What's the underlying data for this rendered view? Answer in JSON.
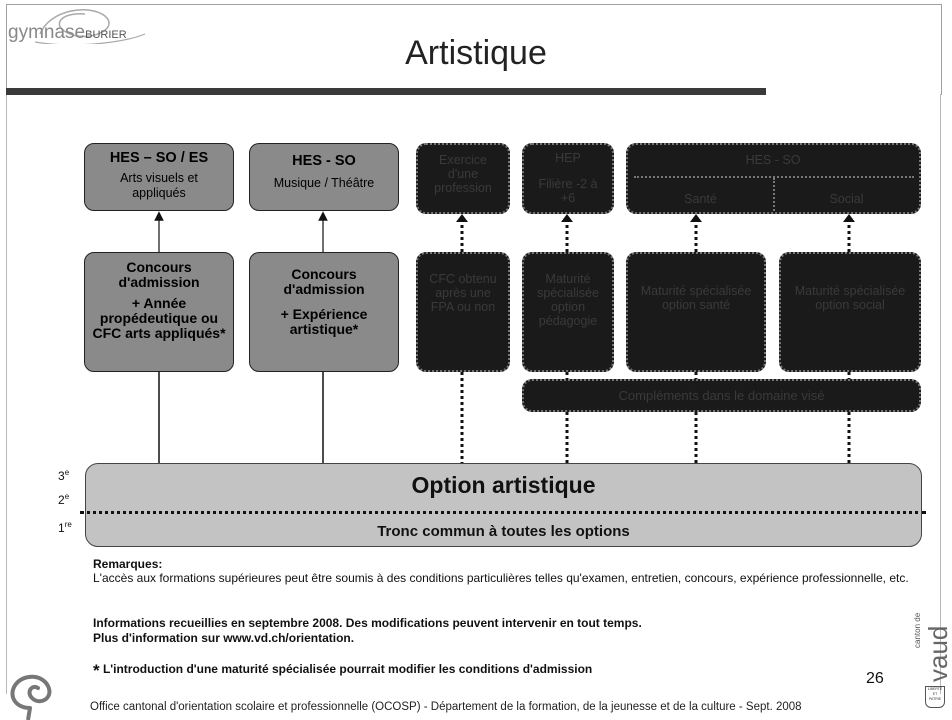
{
  "header": {
    "logo_part1": "gymnase",
    "logo_part2": "burier",
    "title": "Artistique"
  },
  "top_row": {
    "hes_so_es": {
      "title": "HES – SO / ES",
      "sub": "Arts visuels et appliqués"
    },
    "hes_so_music": {
      "title": "HES - SO",
      "sub": "Musique / Théâtre"
    },
    "exercice": "Exercice d'une profession",
    "hep": {
      "title": "HEP",
      "sub": "Filière -2 à +6"
    },
    "hes_so_right": {
      "title": "HES - SO",
      "left": "Santé",
      "right": "Social"
    }
  },
  "mid_row": {
    "concours_arts": {
      "line1": "Concours d'admission",
      "line2": "+ Année propédeutique ou CFC arts appliqués*"
    },
    "concours_music": {
      "line1": "Concours d'admission",
      "line2": "+ Expérience artistique*"
    },
    "cfc": "CFC obtenu après une FPA ou non",
    "mat_peda": "Maturité spécialisée option pédagogie",
    "mat_sante": "Maturité spécialisée option santé",
    "mat_social": "Maturité spécialisée option social"
  },
  "complements": "Compléments dans le domaine visé",
  "years": {
    "y3": "3",
    "y3s": "e",
    "y2": "2",
    "y2s": "e",
    "y1": "1",
    "y1s": "re"
  },
  "option": {
    "title": "Option artistique",
    "tronc": "Tronc commun à toutes les options"
  },
  "remarks": {
    "heading": "Remarques:",
    "text": "L'accès aux formations supérieures peut être soumis à des conditions particulières telles qu'examen, entretien, concours, expérience professionnelle, etc.",
    "info1": "Informations recueillies en septembre 2008. Des modifications peuvent intervenir en tout temps.",
    "info2": "Plus d'information sur www.vd.ch/orientation.",
    "star": "*",
    "note": " L'introduction d'une maturité spécialisée pourrait modifier les conditions d'admission"
  },
  "page_number": "26",
  "canton": {
    "small": "canton de",
    "big": "vaud",
    "badge1": "LIBERTÉ",
    "badge2": "ET",
    "badge3": "PATRIE"
  },
  "footer": "Office cantonal d'orientation scolaire et professionnelle (OCOSP)  - Département de la formation, de la jeunesse et de la culture - Sept. 2008"
}
